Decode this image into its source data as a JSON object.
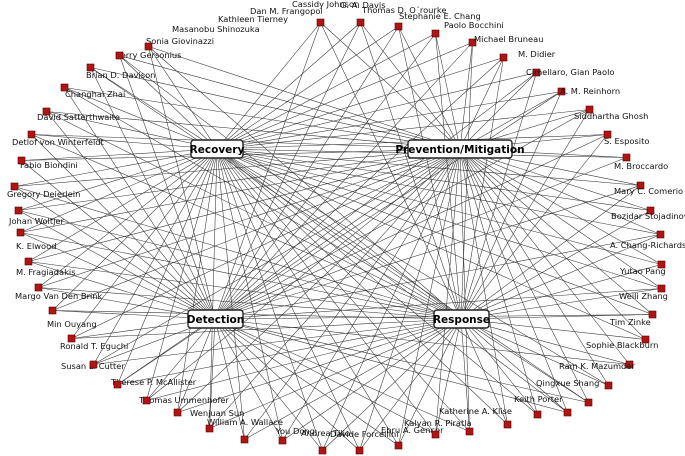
{
  "hubs": [
    {
      "id": "recovery",
      "label": "Recovery"
    },
    {
      "id": "prevention",
      "label": "Prevention/Mitigation"
    },
    {
      "id": "detection",
      "label": "Detection"
    },
    {
      "id": "response",
      "label": "Response"
    }
  ],
  "node_color": "#b01515",
  "edge_color": "#333333",
  "authors": [
    "Cassidy Johnson",
    "G. A. Davis",
    "Thomas D. O´rourke",
    "Stephanie E. Chang",
    "Paolo Bocchini",
    "Michael Bruneau",
    "M. Didier",
    "Cimellaro, Gian Paolo",
    "A. M. Reinhorn",
    "Siddhartha Ghosh",
    "S. Esposito",
    "M. Broccardo",
    "Mary C. Comerio",
    "Bozidar Stojadinovic",
    "A. Chang-Richards",
    "Yutao Pang",
    "Weili Zhang",
    "Tim Zinke",
    "Sophie Blackburn",
    "Ram K. Mazumder",
    "Qingxue Shang",
    "Keith Porter",
    "Katherine A. Klise",
    "Kalyan R. Piratla",
    "Ebru A. Gencer",
    "Davide Forcellini",
    "Andrea Tilio",
    "You Dong",
    "William A. Wallace",
    "Wenjuan Sun",
    "Thomas Ummenhofer",
    "Therese P. McAllister",
    "Susan L. Cutter",
    "Ronald T. Eguchi",
    "Min Ouyang",
    "Margo Van Den Brink",
    "M. Fragiadakis",
    "K. Elwood",
    "Johan Woltjer",
    "Gregory Deierlein",
    "Fabio Biondini",
    "Detlof von Winterfeldt",
    "David Satterthwaite",
    "Changhai Zhai",
    "Brian D. Davison",
    "Berry Gersonius",
    "Sonia Giovinazzi",
    "Masanobu Shinozuka",
    "Kathleen Tierney",
    "Dan M. Frangopol"
  ],
  "links": [
    [
      0,
      [
        0,
        1,
        2,
        3
      ]
    ],
    [
      1,
      [
        0,
        1,
        2,
        3
      ]
    ],
    [
      2,
      [
        0,
        1,
        2,
        3
      ]
    ],
    [
      3,
      [
        0,
        1,
        2,
        3
      ]
    ],
    [
      4,
      [
        0,
        1,
        2,
        3
      ]
    ],
    [
      5,
      [
        0,
        1,
        2,
        3
      ]
    ],
    [
      6,
      [
        0,
        1,
        2,
        3
      ]
    ],
    [
      7,
      [
        0,
        1,
        2,
        3
      ]
    ],
    [
      8,
      [
        0,
        1,
        2,
        3
      ]
    ],
    [
      9,
      [
        0,
        1,
        2,
        3
      ]
    ],
    [
      10,
      [
        0,
        1,
        2
      ]
    ],
    [
      11,
      [
        0,
        1,
        2,
        3
      ]
    ],
    [
      12,
      [
        0,
        1,
        3
      ]
    ],
    [
      13,
      [
        0,
        1,
        2,
        3
      ]
    ],
    [
      14,
      [
        0,
        1,
        3
      ]
    ],
    [
      15,
      [
        0,
        1,
        2,
        3
      ]
    ],
    [
      16,
      [
        0,
        1,
        2,
        3
      ]
    ],
    [
      17,
      [
        0,
        1,
        3
      ]
    ],
    [
      18,
      [
        1,
        2,
        3
      ]
    ],
    [
      19,
      [
        0,
        1,
        3
      ]
    ],
    [
      20,
      [
        0,
        1,
        2,
        3
      ]
    ],
    [
      21,
      [
        0,
        1,
        2,
        3
      ]
    ],
    [
      22,
      [
        0,
        1,
        3
      ]
    ],
    [
      23,
      [
        0,
        1,
        3
      ]
    ],
    [
      24,
      [
        0,
        1,
        2,
        3
      ]
    ],
    [
      25,
      [
        0,
        1,
        2,
        3
      ]
    ],
    [
      26,
      [
        0,
        1,
        2,
        3
      ]
    ],
    [
      27,
      [
        0,
        1,
        2,
        3
      ]
    ],
    [
      28,
      [
        0,
        1,
        2,
        3
      ]
    ],
    [
      29,
      [
        0,
        1,
        2,
        3
      ]
    ],
    [
      30,
      [
        0,
        1,
        2,
        3
      ]
    ],
    [
      31,
      [
        0,
        1,
        2,
        3
      ]
    ],
    [
      32,
      [
        0,
        1,
        2,
        3
      ]
    ],
    [
      33,
      [
        0,
        1,
        2,
        3
      ]
    ],
    [
      34,
      [
        0,
        1,
        2,
        3
      ]
    ],
    [
      35,
      [
        0,
        1,
        2,
        3
      ]
    ],
    [
      36,
      [
        0,
        1,
        2,
        3
      ]
    ],
    [
      37,
      [
        0,
        1,
        2,
        3
      ]
    ],
    [
      38,
      [
        0,
        1,
        2,
        3
      ]
    ],
    [
      39,
      [
        0,
        1,
        2,
        3
      ]
    ],
    [
      40,
      [
        0,
        1,
        2,
        3
      ]
    ],
    [
      41,
      [
        0,
        1,
        2,
        3
      ]
    ],
    [
      42,
      [
        0,
        1,
        2,
        3
      ]
    ],
    [
      43,
      [
        0,
        1,
        2
      ]
    ],
    [
      44,
      [
        0,
        1,
        2,
        3
      ]
    ],
    [
      45,
      [
        0,
        1,
        2,
        3
      ]
    ],
    [
      46,
      [
        0,
        1,
        2,
        3
      ]
    ],
    [
      47,
      [
        0,
        1,
        2,
        3
      ]
    ],
    [
      48,
      [
        0,
        1,
        2,
        3
      ]
    ],
    [
      49,
      [
        0,
        1,
        2,
        3
      ]
    ]
  ]
}
